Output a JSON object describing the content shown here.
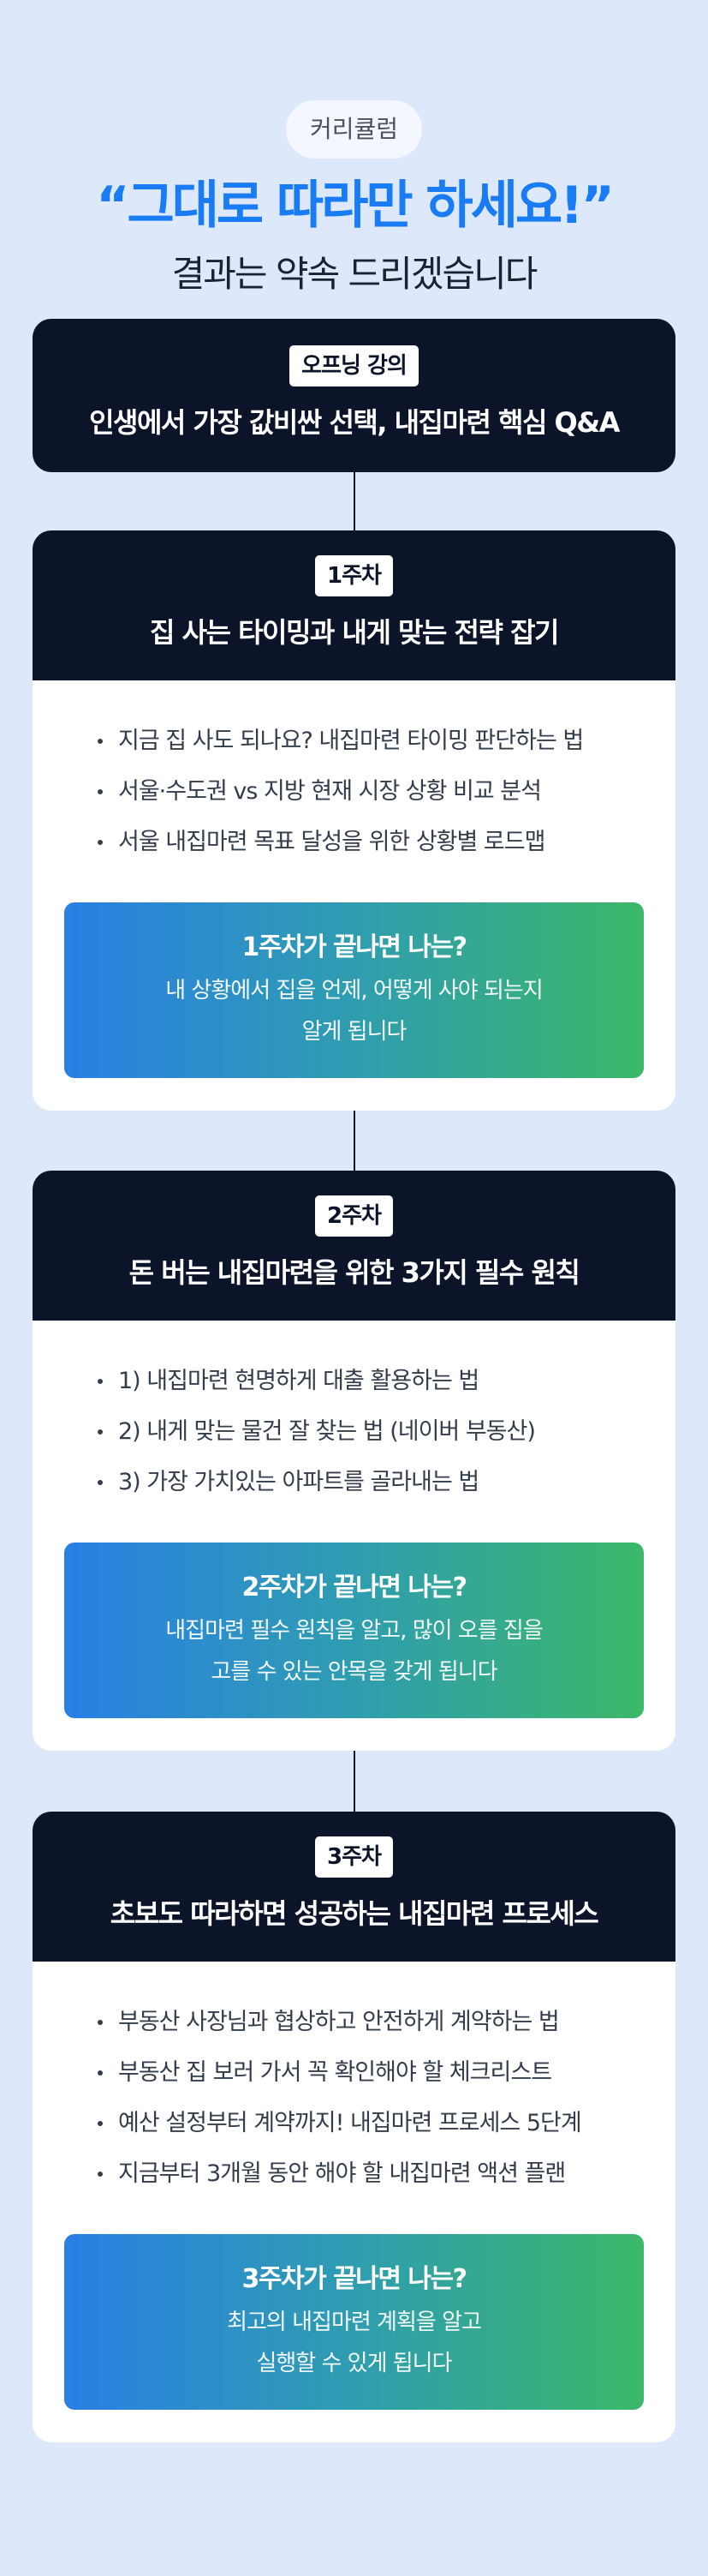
{
  "header": {
    "pill": "커리큘럼",
    "title": "“그대로 따라만 하세요!”",
    "subtitle": "결과는 약속 드리겠습니다"
  },
  "opening": {
    "badge": "오프닝 강의",
    "title": "인생에서 가장 값비싼 선택, 내집마련 핵심 Q&A"
  },
  "weeks": [
    {
      "badge": "1주차",
      "title": "집 사는 타이밍과 내게 맞는 전략 잡기",
      "items": [
        "지금 집 사도 되나요? 내집마련  타이밍 판단하는 법",
        "서울·수도권 vs 지방 현재 시장 상황 비교 분석",
        "서울 내집마련 목표 달성을 위한 상황별 로드맵"
      ],
      "result_title": "1주차가 끝나면 나는?",
      "result_lines": [
        "내 상황에서 집을 언제, 어떻게 사야 되는지",
        "알게 됩니다"
      ]
    },
    {
      "badge": "2주차",
      "title": "돈 버는 내집마련을 위한 3가지 필수 원칙",
      "items": [
        "1) 내집마련 현명하게 대출 활용하는 법",
        "2) 내게 맞는 물건 잘 찾는 법 (네이버 부동산)",
        "3) 가장 가치있는 아파트를 골라내는 법"
      ],
      "result_title": "2주차가 끝나면 나는?",
      "result_lines": [
        "내집마련 필수 원칙을 알고, 많이 오를 집을",
        "고를 수 있는 안목을 갖게 됩니다"
      ]
    },
    {
      "badge": "3주차",
      "title": "초보도 따라하면 성공하는 내집마련 프로세스",
      "items": [
        "부동산 사장님과 협상하고 안전하게 계약하는 법",
        "부동산 집 보러 가서 꼭 확인해야 할 체크리스트",
        "예산 설정부터 계약까지! 내집마련 프로세스 5단계",
        "지금부터 3개월 동안 해야 할 내집마련 액션 플랜"
      ],
      "result_title": "3주차가 끝나면 나는?",
      "result_lines": [
        "최고의 내집마련 계획을 알고",
        "실행할 수 있게 됩니다"
      ]
    }
  ]
}
